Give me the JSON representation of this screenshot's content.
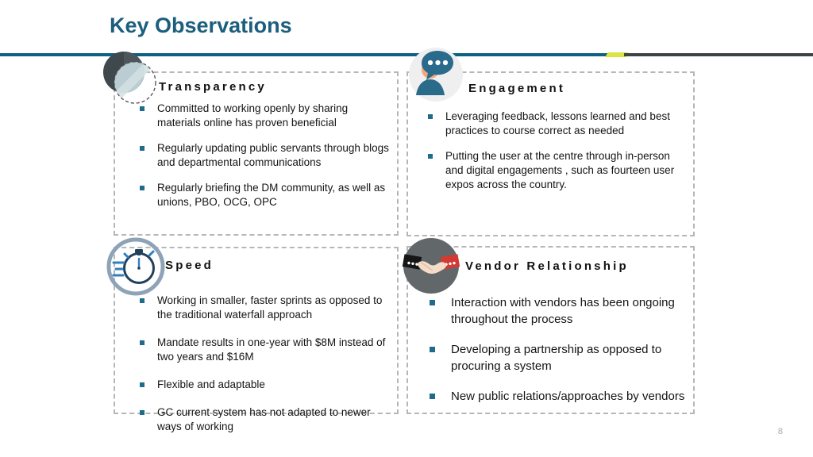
{
  "slide": {
    "title": "Key Observations",
    "page_number": "8",
    "colors": {
      "title": "#1b5e7d",
      "rule_teal": "#0d6082",
      "rule_accent": "#dbe442",
      "rule_dark": "#3d4446",
      "bullet": "#1f6b8c",
      "box_border": "#b6b6b6",
      "page_number": "#a9a9a9"
    }
  },
  "sections": [
    {
      "key": "transparency",
      "icon": "overlapping-circles-icon",
      "heading": "Transparency",
      "bullets": [
        "Committed to working openly by sharing materials online has proven beneficial",
        "Regularly updating public servants through blogs and departmental communications",
        "Regularly briefing the DM community, as well as unions, PBO, OCG, OPC"
      ]
    },
    {
      "key": "engagement",
      "icon": "person-speech-bubble-icon",
      "heading": "Engagement",
      "bullets": [
        "Leveraging feedback, lessons learned and best practices to course correct as needed",
        "Putting the user at the centre through in-person and digital engagements , such as fourteen user expos across the country."
      ]
    },
    {
      "key": "speed",
      "icon": "stopwatch-icon",
      "heading": "Speed",
      "bullets": [
        "Working in smaller, faster sprints as opposed to the traditional waterfall approach",
        "Mandate results in one-year with $8M instead of two years and $16M",
        "Flexible and adaptable",
        "GC current system has not adapted to newer ways of working"
      ]
    },
    {
      "key": "vendor",
      "icon": "handshake-icon",
      "heading": "Vendor Relationship",
      "bullets": [
        "Interaction with vendors has been ongoing throughout the process",
        "Developing a partnership as opposed to procuring a system",
        "New public relations/approaches by vendors"
      ]
    }
  ]
}
